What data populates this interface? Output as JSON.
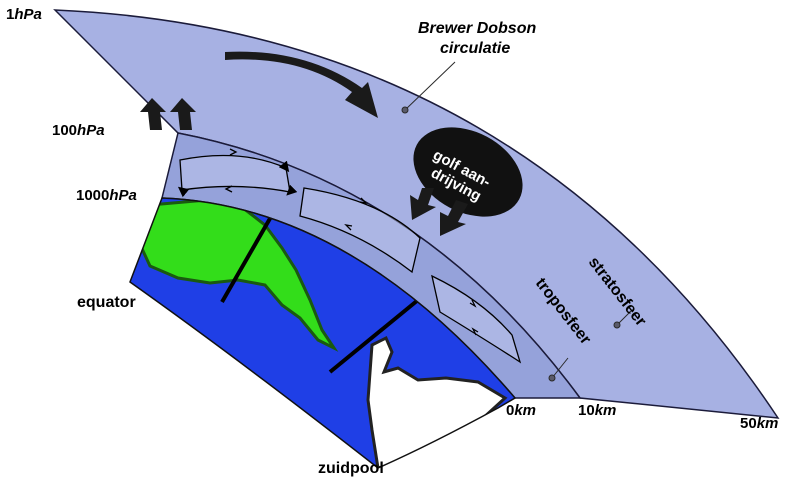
{
  "pressure_levels": {
    "top": {
      "value": "1",
      "unit": "hPa"
    },
    "mid": {
      "value": "100",
      "unit": "hPa"
    },
    "surface": {
      "value": "1000",
      "unit": "hPa"
    }
  },
  "distance_labels": {
    "km0": {
      "value": "0",
      "unit": "km"
    },
    "km10": {
      "value": "10",
      "unit": "km"
    },
    "km50": {
      "value": "50",
      "unit": "km"
    }
  },
  "region_labels": {
    "equator": "equator",
    "south_pole": "zuidpool",
    "stratosphere": "stratosfeer",
    "troposphere": "troposfeer"
  },
  "annotations": {
    "circulation_line1": "Brewer Dobson",
    "circulation_line2": "circulatie",
    "wave_line1": "golf aan-",
    "wave_line2": "drijving"
  },
  "colors": {
    "stratosphere": "#a7b1e3",
    "troposphere": "#95a2da",
    "ocean": "#1f3fe6",
    "land": "#33dd1a",
    "ice": "#ffffff",
    "arrows": "#1a1a1a"
  }
}
